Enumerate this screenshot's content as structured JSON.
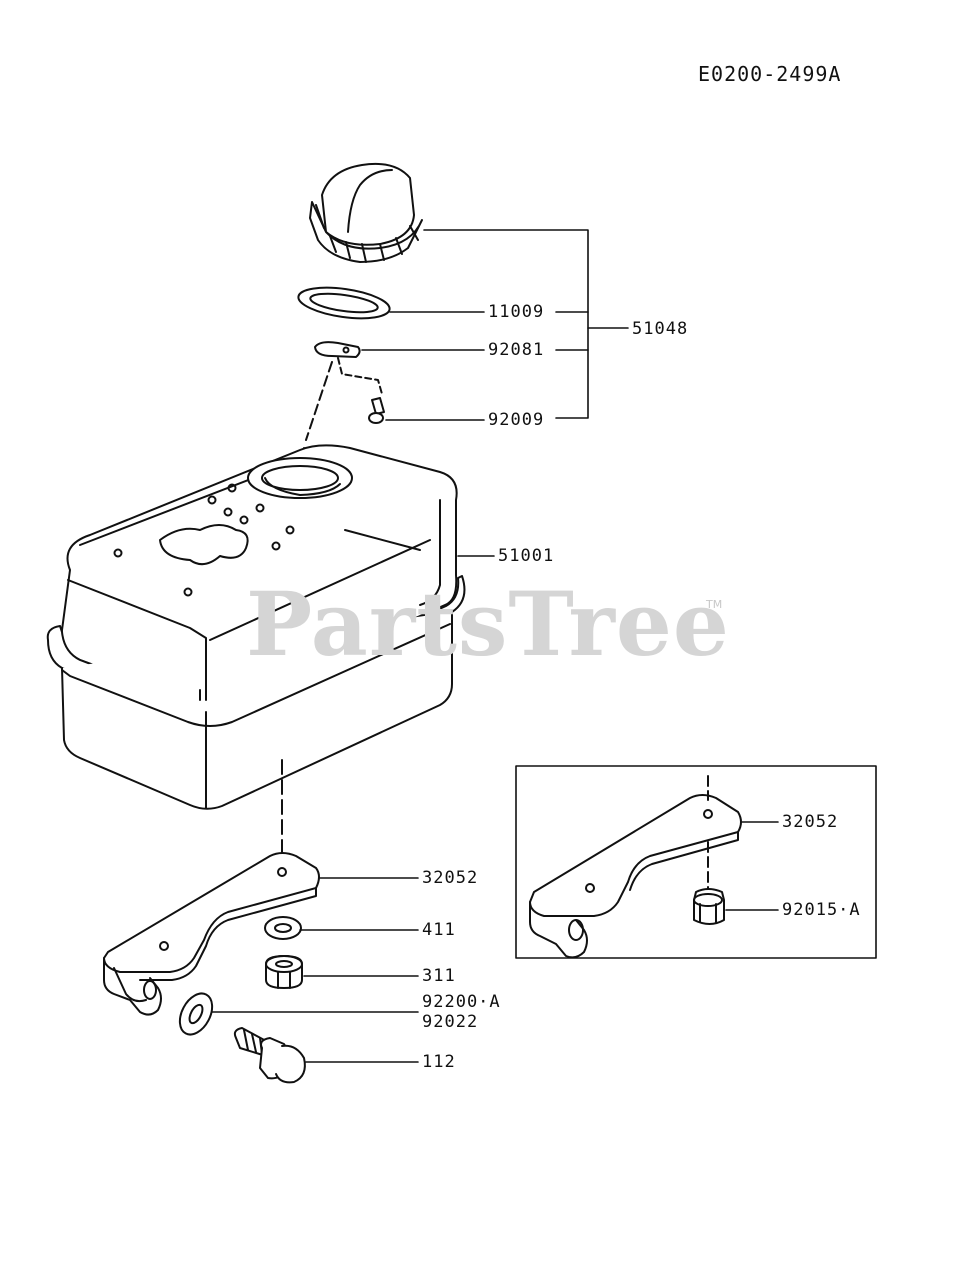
{
  "diagram_code": "E0200-2499A",
  "watermark": {
    "text": "PartsTree",
    "tm": "TM"
  },
  "parts": {
    "p51048": "51048",
    "p11009": "11009",
    "p92081": "92081",
    "p92009": "92009",
    "p51001": "51001",
    "p32052_main": "32052",
    "p411": "411",
    "p311": "311",
    "p92200A": "92200·A",
    "p92022": "92022",
    "p112": "112",
    "p32052_inset": "32052",
    "p92015A": "92015·A"
  }
}
